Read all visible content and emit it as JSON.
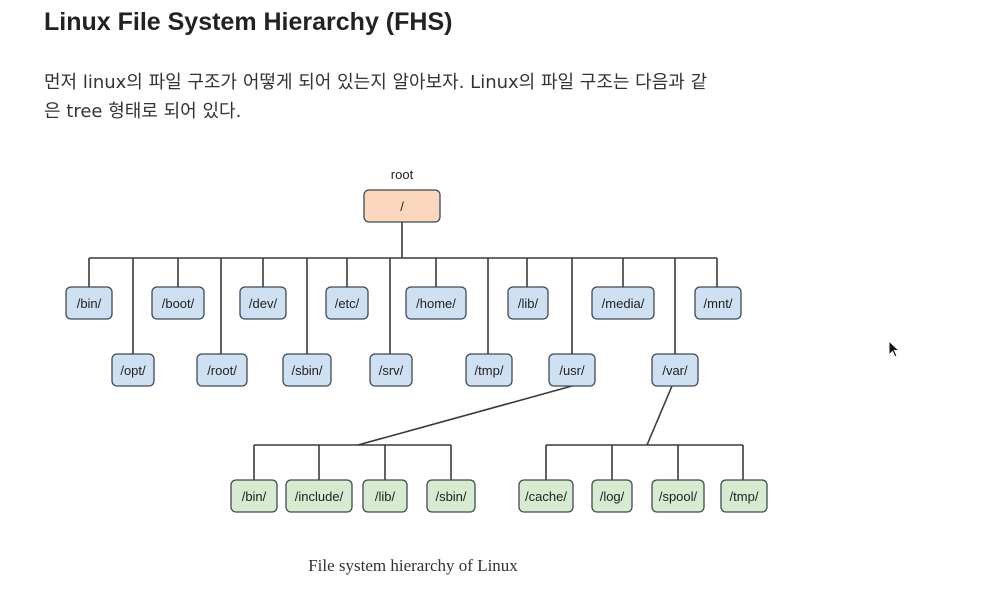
{
  "page": {
    "title": "Linux File System Hierarchy (FHS)",
    "intro_line1": "먼저 linux의 파일 구조가 어떻게 되어 있는지 알아보자. Linux의 파일 구조는 다음과 같",
    "intro_line2": "은 tree 형태로 되어 있다."
  },
  "diagram": {
    "root_caption": "root",
    "root_label": "/",
    "top_level": [
      "/bin/",
      "/opt/",
      "/boot/",
      "/root/",
      "/dev/",
      "/sbin/",
      "/etc/",
      "/srv/",
      "/home/",
      "/tmp/",
      "/lib/",
      "/usr/",
      "/media/",
      "/var/",
      "/mnt/"
    ],
    "usr_children": [
      "/bin/",
      "/include/",
      "/lib/",
      "/sbin/"
    ],
    "var_children": [
      "/cache/",
      "/log/",
      "/spool/",
      "/tmp/"
    ],
    "caption": "File system hierarchy of Linux",
    "colors": {
      "root": "#fbd8bd",
      "dirs": "#cfe0f3",
      "subdirs": "#d6ebcf"
    }
  }
}
